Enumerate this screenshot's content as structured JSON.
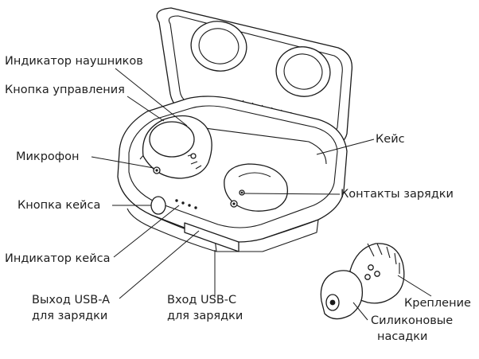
{
  "labels": {
    "earbud_indicator": "Индикатор наушников",
    "control_button": "Кнопка управления",
    "microphone": "Микрофон",
    "case_button": "Кнопка кейса",
    "case_indicator": "Индикатор кейса",
    "usb_a_line1": "Выход USB-A",
    "usb_a_line2": "для зарядки",
    "usb_c_line1": "Вход USB-C",
    "usb_c_line2": "для зарядки",
    "case": "Кейс",
    "charging_contacts": "Контакты зарядки",
    "mount": "Крепление",
    "silicone_line1": "Силиконовые",
    "silicone_line2": "насадки"
  }
}
